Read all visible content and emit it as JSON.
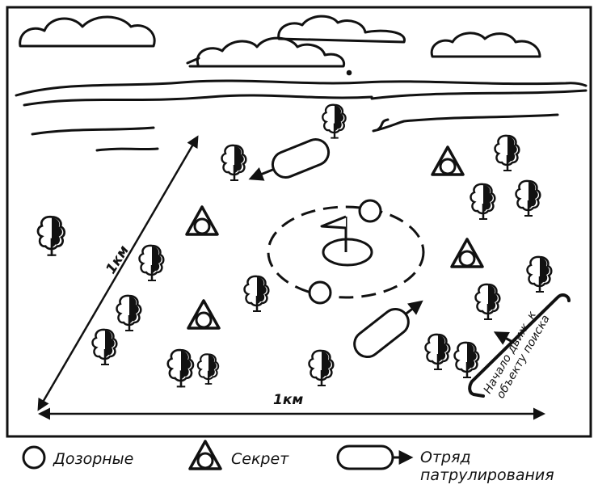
{
  "scale": {
    "horizontal": "1км",
    "diagonal": "1км"
  },
  "note": {
    "line1": "Начало движ. к",
    "line2": "объекту поиска"
  },
  "legend": [
    {
      "icon": "patrol-circle",
      "label": "Дозорные"
    },
    {
      "icon": "secret-triangle",
      "label": "Секрет"
    },
    {
      "icon": "patrol-squad",
      "label_line1": "Отряд",
      "label_line2": "патрулирования"
    }
  ]
}
